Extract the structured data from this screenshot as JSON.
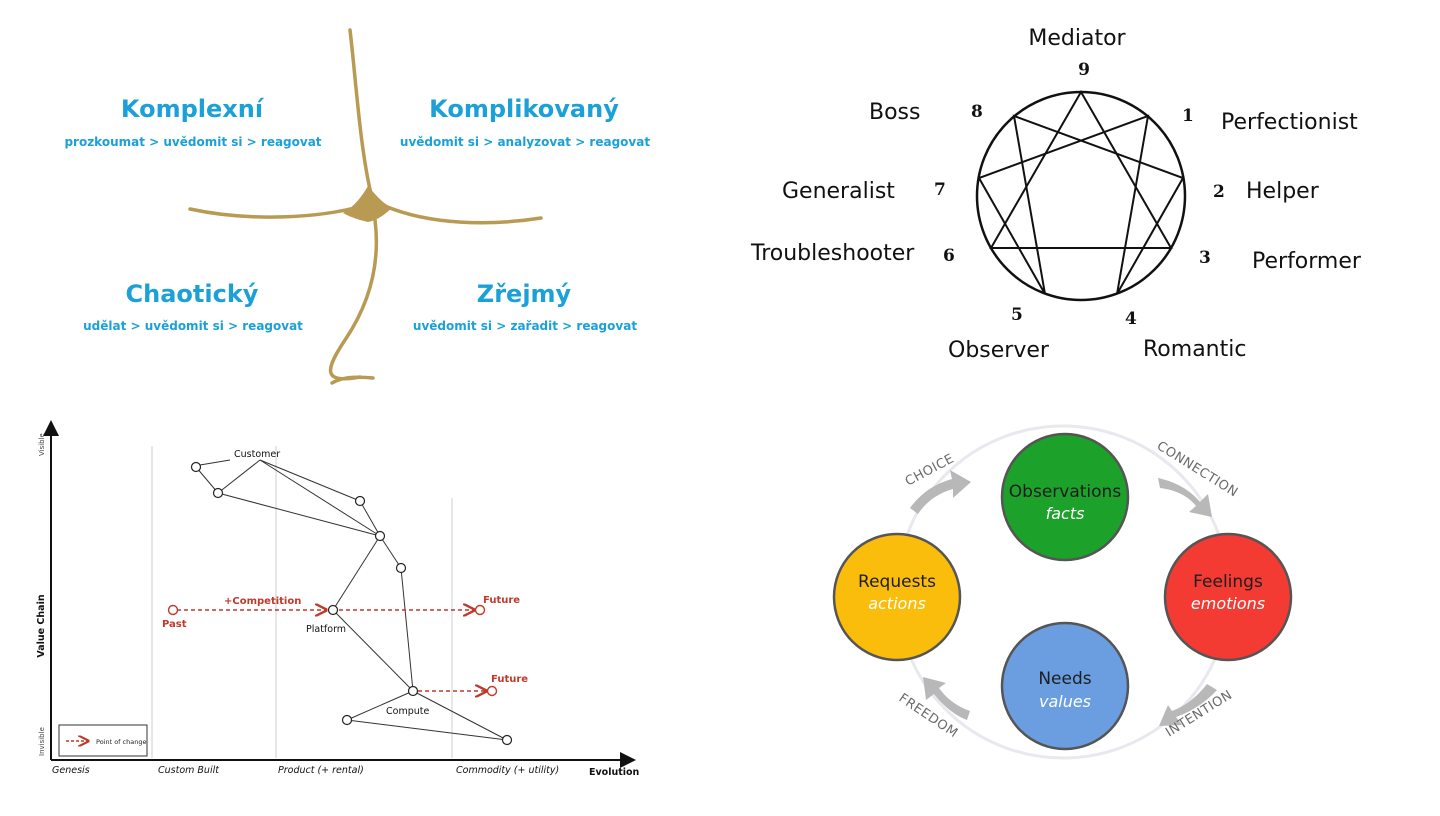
{
  "cynefin": {
    "complex": {
      "title": "Komplexní",
      "sub": "prozkoumat > uvědomit si > reagovat"
    },
    "complicated": {
      "title": "Komplikovaný",
      "sub": "uvědomit si > analyzovat > reagovat"
    },
    "chaotic": {
      "title": "Chaotický",
      "sub": "udělat > uvědomit si > reagovat"
    },
    "obvious": {
      "title": "Zřejmý",
      "sub": "uvědomit si > zařadit > reagovat"
    },
    "colors": {
      "text": "#1ba1d8",
      "lines": "#b99a52"
    }
  },
  "enneagram": {
    "points": [
      {
        "num": "9",
        "label": "Mediator"
      },
      {
        "num": "1",
        "label": "Perfectionist"
      },
      {
        "num": "2",
        "label": "Helper"
      },
      {
        "num": "3",
        "label": "Performer"
      },
      {
        "num": "4",
        "label": "Romantic"
      },
      {
        "num": "5",
        "label": "Observer"
      },
      {
        "num": "6",
        "label": "Troubleshooter"
      },
      {
        "num": "7",
        "label": "Generalist"
      },
      {
        "num": "8",
        "label": "Boss"
      }
    ]
  },
  "wardley": {
    "y_axis": {
      "label": "Value Chain",
      "top": "Visible",
      "bottom": "Invisible"
    },
    "x_axis": {
      "label": "Evolution",
      "stages": [
        "Genesis",
        "Custom Built",
        "Product (+ rental)",
        "Commodity (+ utility)"
      ]
    },
    "nodes": {
      "customer": "Customer",
      "platform": "Platform",
      "compute": "Compute"
    },
    "annotations": {
      "competition": "+Competition",
      "past": "Past",
      "future1": "Future",
      "future2": "Future"
    },
    "legend": "Point of change",
    "colors": {
      "change": "#c0392b",
      "lines": "#333333"
    }
  },
  "nvc": {
    "circles": [
      {
        "title": "Observations",
        "sub": "facts",
        "color": "#1ca12b"
      },
      {
        "title": "Feelings",
        "sub": "emotions",
        "color": "#f33a33"
      },
      {
        "title": "Needs",
        "sub": "values",
        "color": "#6a9ee0"
      },
      {
        "title": "Requests",
        "sub": "actions",
        "color": "#fbbd0b"
      }
    ],
    "arrows": [
      "CONNECTION",
      "INTENTION",
      "FREEDOM",
      "CHOICE"
    ],
    "ring_color": "#e8e8ee",
    "arrow_color": "#b8b8b8"
  }
}
